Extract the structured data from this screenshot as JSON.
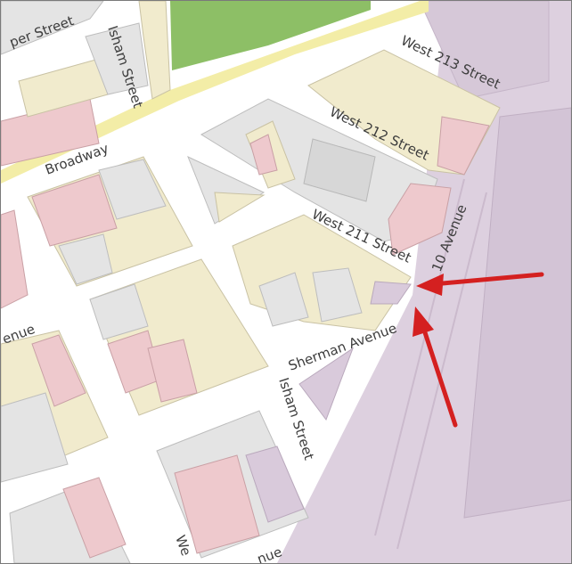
{
  "map": {
    "street_labels": {
      "upper_street": "per Street",
      "isham_street_north": "Isham Street",
      "broadway": "Broadway",
      "west_213_street": "West 213 Street",
      "west_212_street": "West 212 Street",
      "west_211_street": "West 211 Street",
      "ten_avenue": "10 Avenue",
      "sherman_avenue": "Sherman Avenue",
      "isham_street_south": "Isham Street",
      "avenue_west_fragment": "enue",
      "west_fragment_bottom": "We",
      "avenue_bottom_fragment": "nue"
    },
    "annotations": {
      "arrow_count": 2,
      "arrow_color": "#d42020"
    },
    "colors": {
      "street": "#ffffff",
      "broadway_band": "#f3eda7",
      "park": "#8dbf66",
      "residential": "#f1ebcd",
      "commercial": "#eec9cd",
      "building_gray": "#e4e4e4",
      "institutional": "#d9cadb",
      "river_area": "#ddd0df"
    }
  }
}
